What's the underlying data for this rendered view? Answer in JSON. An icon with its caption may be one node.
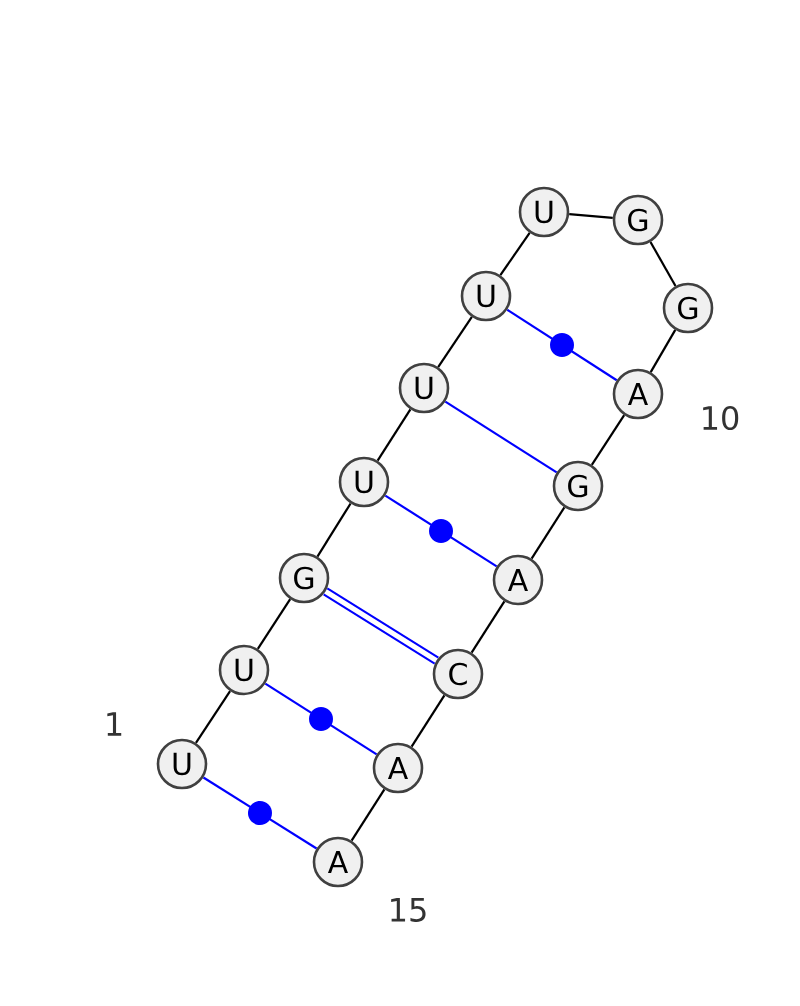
{
  "diagram": {
    "nodes": [
      {
        "text": [
          "U"
        ]
      },
      {
        "text": [
          "U"
        ]
      },
      {
        "text": [
          "G"
        ]
      },
      {
        "text": [
          "U"
        ]
      },
      {
        "text": [
          "U"
        ]
      },
      {
        "text": [
          "U"
        ]
      },
      {
        "text": [
          "U"
        ]
      },
      {
        "text": [
          "G"
        ]
      },
      {
        "text": [
          "G"
        ]
      },
      {
        "text": [
          "A"
        ]
      },
      {
        "text": [
          "G"
        ]
      },
      {
        "text": [
          "A"
        ]
      },
      {
        "text": [
          "C"
        ]
      },
      {
        "text": [
          "A"
        ]
      },
      {
        "text": [
          "A"
        ]
      }
    ],
    "edges": [
      {
        "from": 0,
        "to": 1,
        "arrow": "none"
      },
      {
        "from": 1,
        "to": 2,
        "arrow": "none"
      },
      {
        "from": 2,
        "to": 3,
        "arrow": "none"
      },
      {
        "from": 3,
        "to": 4,
        "arrow": "none"
      },
      {
        "from": 4,
        "to": 5,
        "arrow": "none"
      },
      {
        "from": 5,
        "to": 6,
        "arrow": "none"
      },
      {
        "from": 6,
        "to": 7,
        "arrow": "none"
      },
      {
        "from": 7,
        "to": 8,
        "arrow": "none"
      },
      {
        "from": 8,
        "to": 9,
        "arrow": "none"
      },
      {
        "from": 9,
        "to": 10,
        "arrow": "none"
      },
      {
        "from": 10,
        "to": 11,
        "arrow": "none"
      },
      {
        "from": 11,
        "to": 12,
        "arrow": "none"
      },
      {
        "from": 12,
        "to": 13,
        "arrow": "none"
      },
      {
        "from": 13,
        "to": 14,
        "arrow": "none"
      },
      {
        "from": 0,
        "to": 14,
        "arrow": "none",
        "color": "#0000ff"
      },
      {
        "from": 1,
        "to": 13,
        "arrow": "none",
        "color": "#0000ff"
      },
      {
        "from": 2,
        "to": 12,
        "arrow": "none",
        "color": "#0000ff",
        "style": "thick"
      },
      {
        "from": 3,
        "to": 11,
        "arrow": "none",
        "color": "#0000ff"
      },
      {
        "from": 4,
        "to": 10,
        "arrow": "none",
        "color": "#0000ff"
      },
      {
        "from": 5,
        "to": 9,
        "arrow": "none",
        "color": "#0000ff"
      }
    ],
    "labels": [
      "1",
      "10",
      "15"
    ]
  }
}
